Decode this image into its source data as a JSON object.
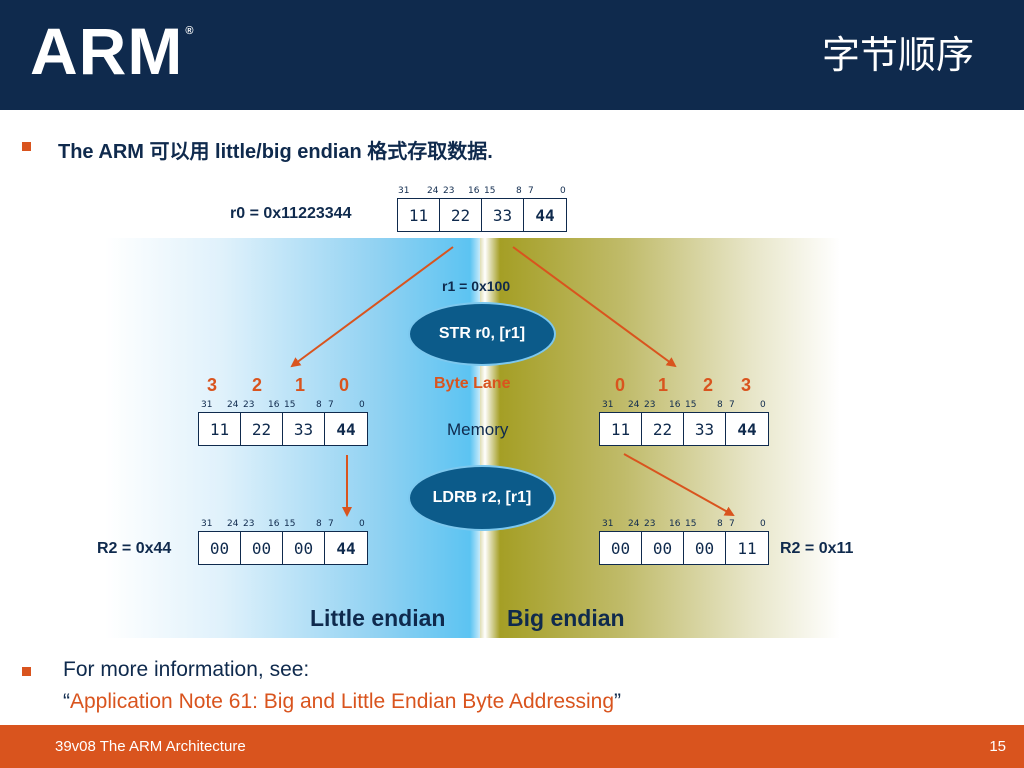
{
  "header": {
    "logo": "ARM",
    "logo_mark": "®",
    "title": "字节顺序"
  },
  "bullet1": {
    "text": "The ARM 可以用 little/big endian 格式存取数据."
  },
  "bit_labels": [
    "31",
    "24",
    "23",
    "16",
    "15",
    "8",
    "7",
    "0"
  ],
  "r0": {
    "label": "r0 =  0x11223344",
    "bytes": [
      "11",
      "22",
      "33",
      "44"
    ]
  },
  "r1_label": "r1 = 0x100",
  "str_instr": "STR r0, [r1]",
  "ldrb_instr": "LDRB r2, [r1]",
  "byte_lane_label": "Byte Lane",
  "memory_label": "Memory",
  "little": {
    "lanes": [
      "3",
      "2",
      "1",
      "0"
    ],
    "memory": [
      "11",
      "22",
      "33",
      "44"
    ],
    "r2_bytes": [
      "00",
      "00",
      "00",
      "44"
    ],
    "r2_label": "R2 = 0x44",
    "caption": "Little endian"
  },
  "big": {
    "lanes": [
      "0",
      "1",
      "2",
      "3"
    ],
    "memory": [
      "11",
      "22",
      "33",
      "44"
    ],
    "r2_bytes": [
      "00",
      "00",
      "00",
      "11"
    ],
    "r2_label": "R2 = 0x11",
    "caption": "Big endian"
  },
  "bullet2": {
    "line1": "For more information, see:",
    "open_quote": "“",
    "reference": "Application Note 61: Big and Little Endian Byte Addressing",
    "close_quote": "”"
  },
  "footer": {
    "left": "39v08 The ARM Architecture",
    "page": "15"
  },
  "colors": {
    "navy": "#0f2a4d",
    "orange": "#d9541e",
    "blue": "#4bbff2",
    "olive": "#a09a1a"
  }
}
